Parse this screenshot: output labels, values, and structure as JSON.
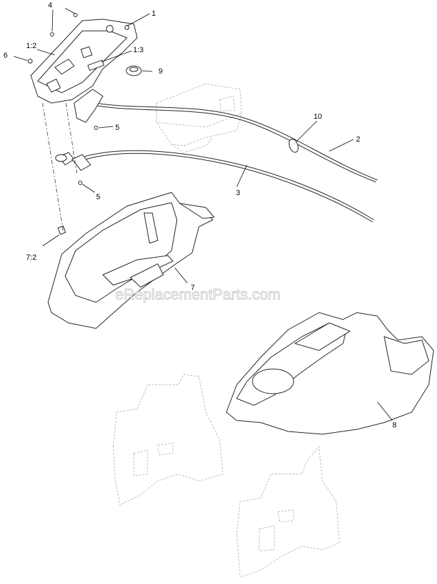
{
  "callouts": {
    "c1": "1",
    "c1_2": "1:2",
    "c1_3": "1:3",
    "c2": "2",
    "c3": "3",
    "c4": "4",
    "c5a": "5",
    "c5b": "5",
    "c6": "6",
    "c7": "7",
    "c7_2": "7:2",
    "c8": "8",
    "c9": "9",
    "c10": "10"
  },
  "watermark": "eReplacementParts.com"
}
